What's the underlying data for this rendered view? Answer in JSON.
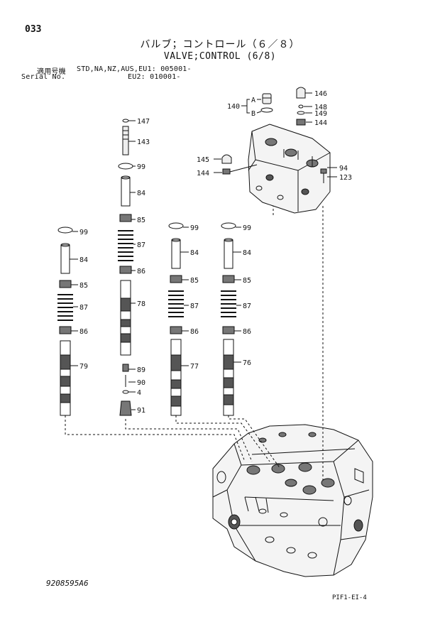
{
  "header": {
    "page_number": "033",
    "title_jp": "バルブ；コントロール（６／８）",
    "title_en": "VALVE;CONTROL (6/8)",
    "applicable_label": "適用号機",
    "applicable_models": "STD,NA,NZ,AUS,EU1: 005001-",
    "serial_label": "Serial No.",
    "serial_eu2": "EU2: 010001-"
  },
  "footer": {
    "drawing_number": "9208595A6",
    "sheet_code": "PIF1-EI-4"
  },
  "callouts": {
    "p146": "146",
    "p148": "148",
    "p149": "149",
    "p144a": "144",
    "p140": "140",
    "pA": "A",
    "pB": "B",
    "p145": "145",
    "p144b": "144",
    "p94": "94",
    "p123": "123",
    "p147": "147",
    "p143": "143",
    "p99a": "99",
    "p84a": "84",
    "p85a": "85",
    "p87a": "87",
    "p86a": "86",
    "p78": "78",
    "p89": "89",
    "p90": "90",
    "p4": "4",
    "p91": "91",
    "p99b": "99",
    "p84b": "84",
    "p85b": "85",
    "p87b": "87",
    "p86b": "86",
    "p79": "79",
    "p99c": "99",
    "p84c": "84",
    "p85c": "85",
    "p87c": "87",
    "p86c": "86",
    "p77": "77",
    "p99d": "99",
    "p84d": "84",
    "p85d": "85",
    "p87d": "87",
    "p86d": "86",
    "p76": "76"
  }
}
